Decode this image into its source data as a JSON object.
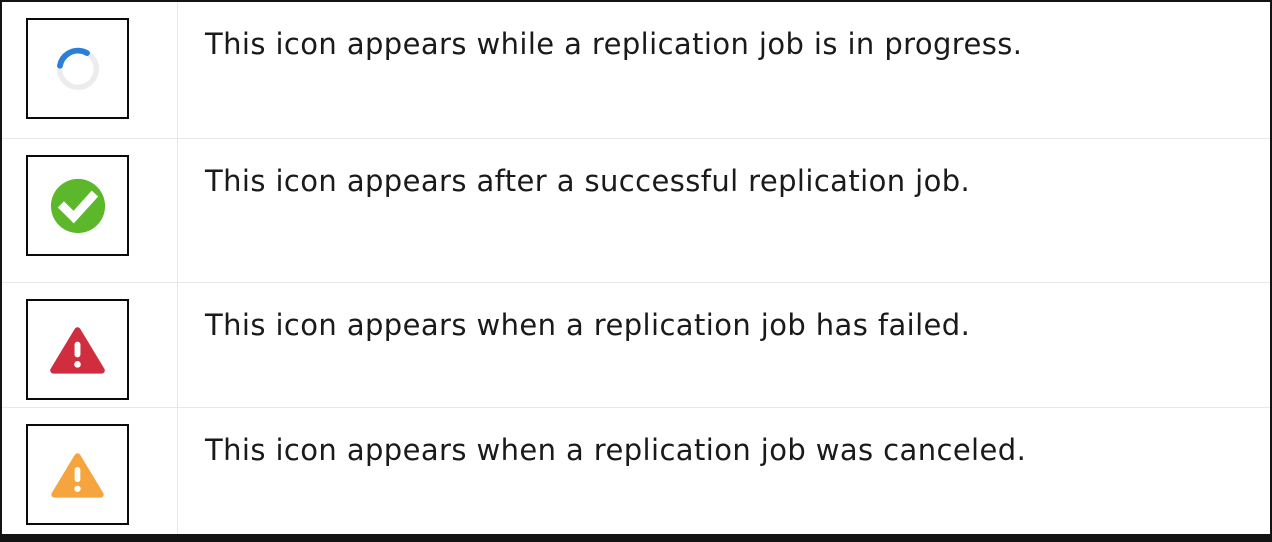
{
  "table": {
    "rows": [
      {
        "icon_name": "spinner-icon",
        "meaning": "in-progress",
        "description": "This icon appears while a replication job is in progress."
      },
      {
        "icon_name": "success-check-icon",
        "meaning": "success",
        "description": "This icon appears after a successful replication job."
      },
      {
        "icon_name": "failed-warning-icon",
        "meaning": "failed",
        "description": "This icon appears when a replication job has failed."
      },
      {
        "icon_name": "canceled-warning-icon",
        "meaning": "canceled",
        "description": "This icon appears when a replication job was canceled."
      }
    ]
  },
  "colors": {
    "spinner_blue": "#2b7fd6",
    "spinner_track": "#ececec",
    "success_green": "#5cb72b",
    "failed_red": "#d02d3e",
    "canceled_orange": "#f6a43e",
    "icon_mark_white": "#ffffff",
    "separator_gray": "#e8e8e8",
    "outer_border_black": "#131313",
    "text_color": "#1a1a1a"
  }
}
